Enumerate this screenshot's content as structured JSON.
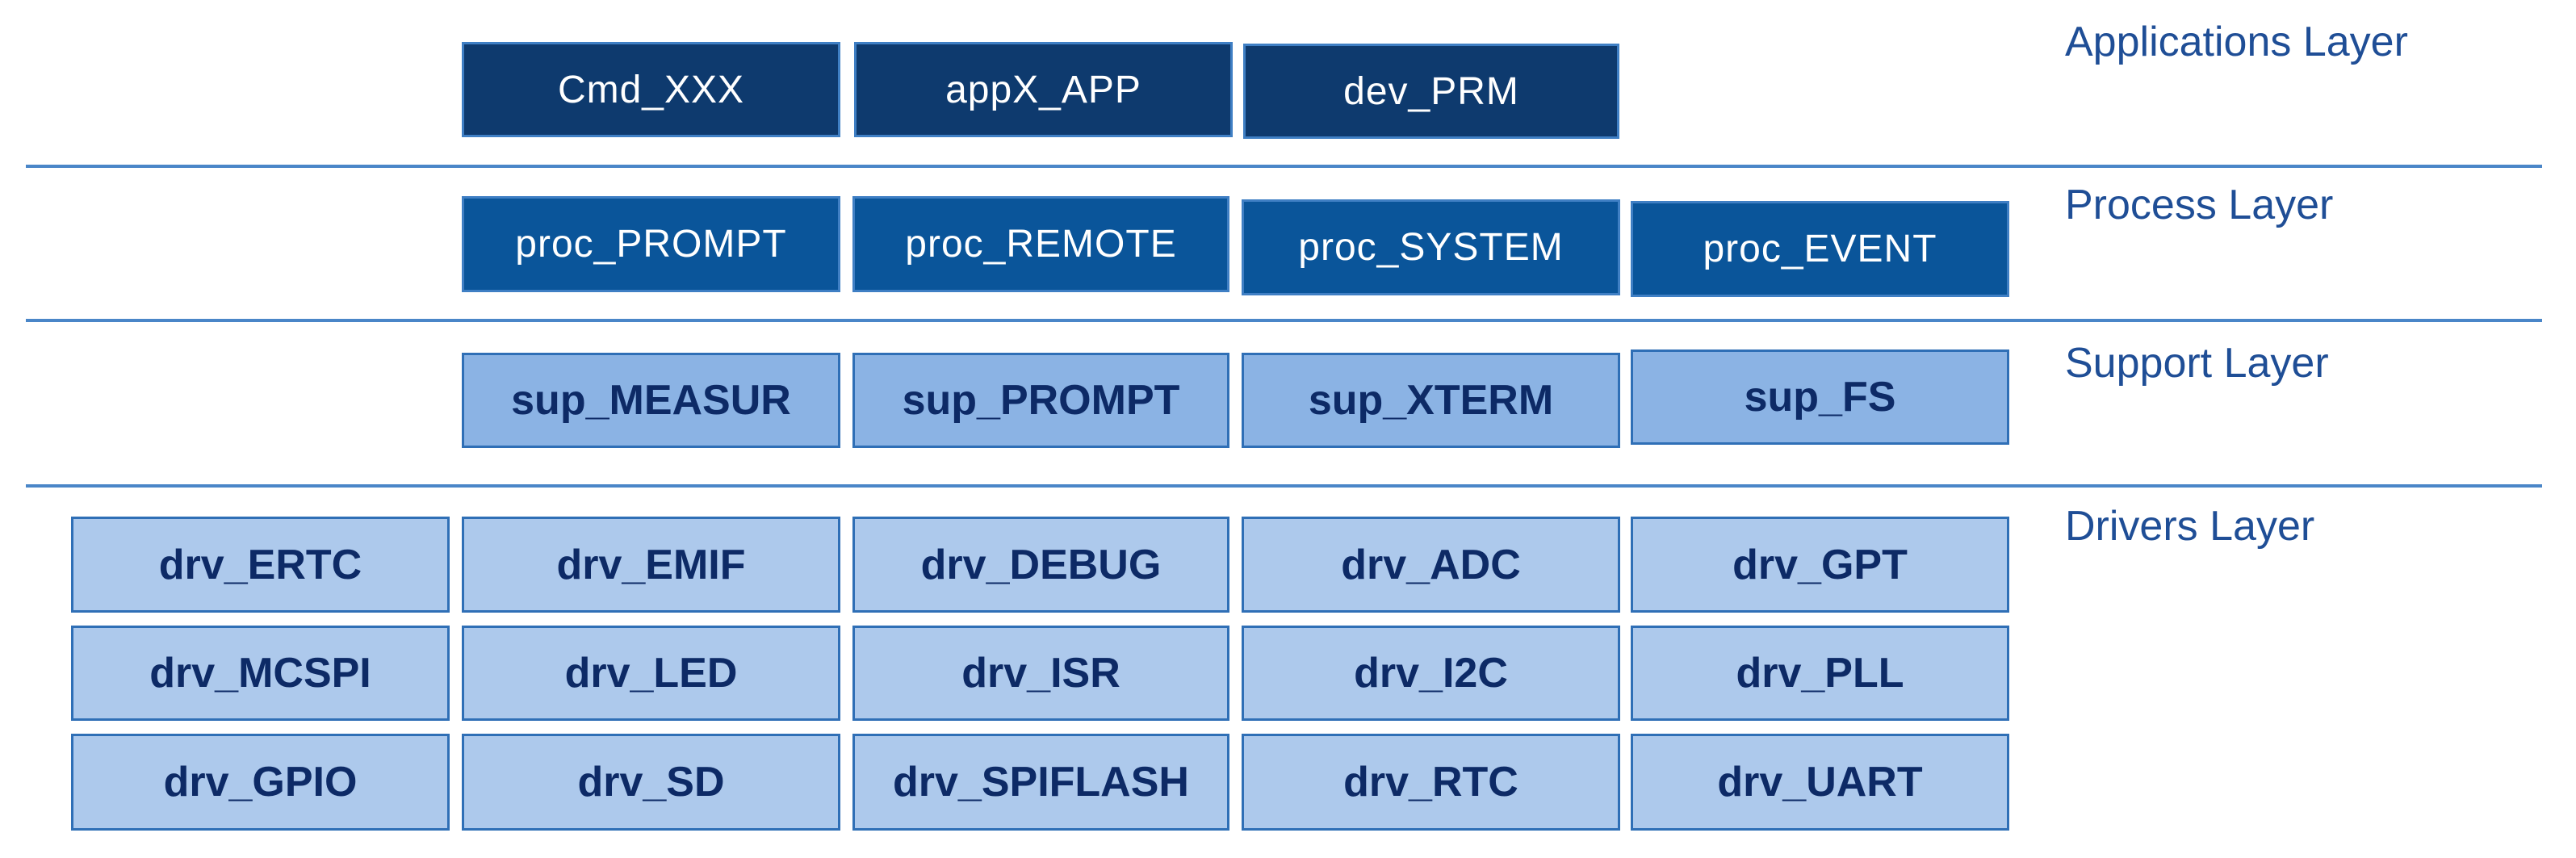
{
  "layers": {
    "applications": {
      "label": "Applications Layer",
      "boxes": [
        "Cmd_XXX",
        "appX_APP",
        "dev_PRM"
      ]
    },
    "process": {
      "label": "Process Layer",
      "boxes": [
        "proc_PROMPT",
        "proc_REMOTE",
        "proc_SYSTEM",
        "proc_EVENT"
      ]
    },
    "support": {
      "label": "Support Layer",
      "boxes": [
        "sup_MEASUR",
        "sup_PROMPT",
        "sup_XTERM",
        "sup_FS"
      ]
    },
    "drivers": {
      "label": "Drivers Layer",
      "rows": [
        [
          "drv_ERTC",
          "drv_EMIF",
          "drv_DEBUG",
          "drv_ADC",
          "drv_GPT"
        ],
        [
          "drv_MCSPI",
          "drv_LED",
          "drv_ISR",
          "drv_I2C",
          "drv_PLL"
        ],
        [
          "drv_GPIO",
          "drv_SD",
          "drv_SPIFLASH",
          "drv_RTC",
          "drv_UART"
        ]
      ]
    }
  },
  "colors": {
    "app_fill": "#0e3a6e",
    "proc_fill": "#0a559a",
    "sup_fill": "#8bb3e4",
    "drv_fill": "#adc9ec",
    "label_text": "#1f4e96",
    "divider": "#4a86c8"
  }
}
